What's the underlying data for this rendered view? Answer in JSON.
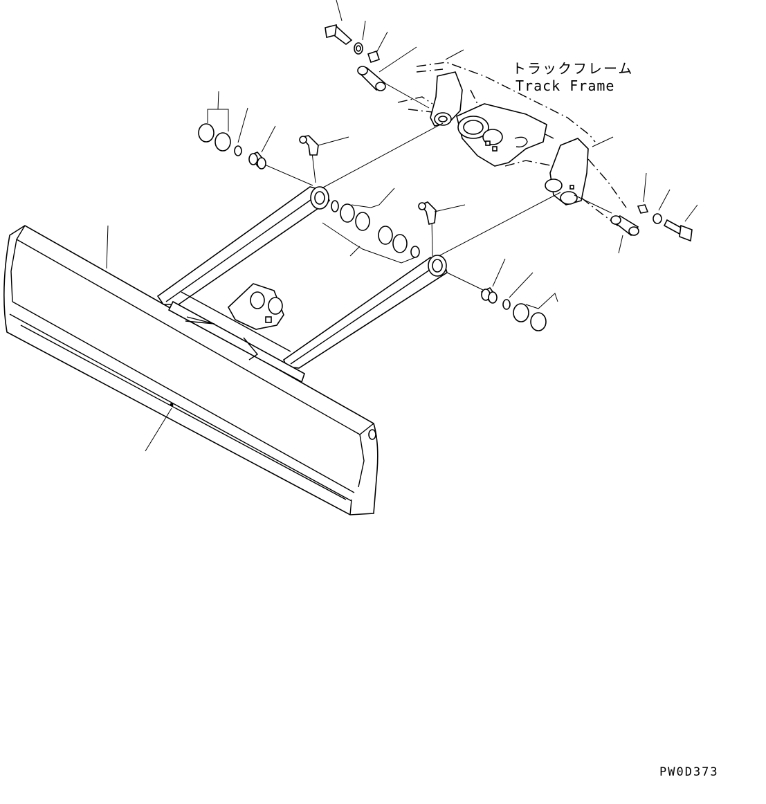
{
  "labels": {
    "track_frame_jp": "トラックフレーム",
    "track_frame_en": "Track Frame",
    "drawing_number": "PW0D373"
  }
}
